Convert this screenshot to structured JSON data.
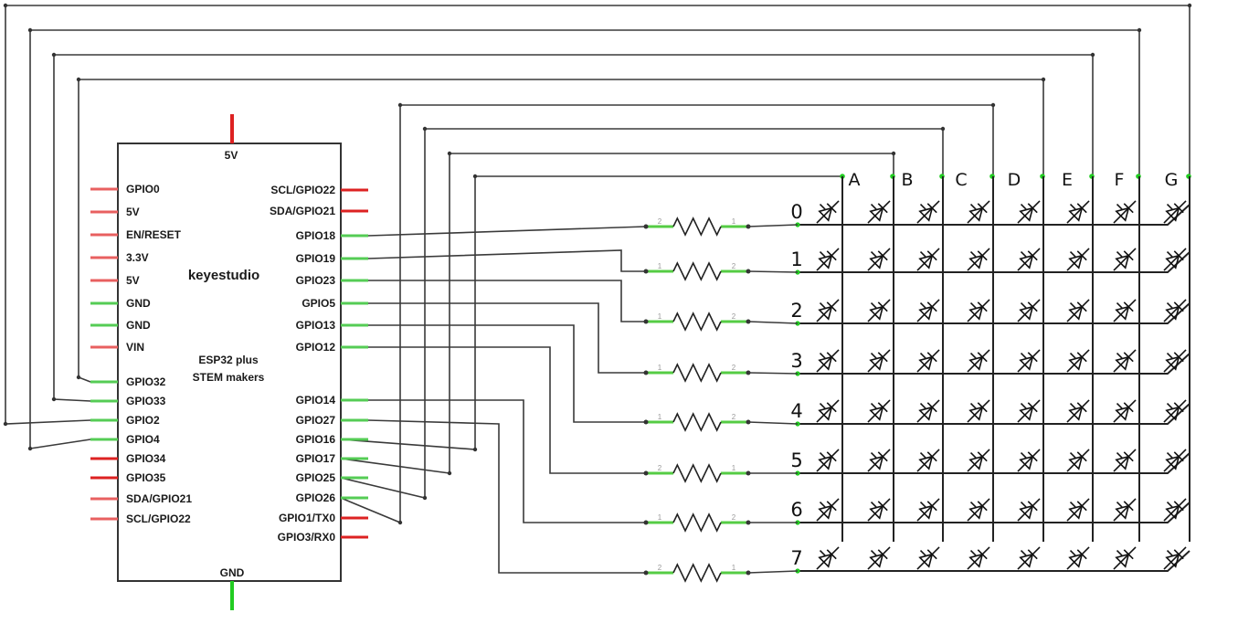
{
  "board": {
    "brand": "keyestudio",
    "model_line1": "ESP32 plus",
    "model_line2": "STEM makers",
    "power_top": "5V",
    "power_bottom": "GND",
    "left_pins": [
      {
        "label": "GPIO0",
        "color": "#e86060"
      },
      {
        "label": "5V",
        "color": "#e86060"
      },
      {
        "label": "EN/RESET",
        "color": "#e86060"
      },
      {
        "label": "3.3V",
        "color": "#e86060"
      },
      {
        "label": "5V",
        "color": "#e86060"
      },
      {
        "label": "GND",
        "color": "#55cc55"
      },
      {
        "label": "GND",
        "color": "#55cc55"
      },
      {
        "label": "VIN",
        "color": "#e86060"
      },
      {
        "label": "GPIO32",
        "color": "#55cc55"
      },
      {
        "label": "GPIO33",
        "color": "#55cc55"
      },
      {
        "label": "GPIO2",
        "color": "#55cc55"
      },
      {
        "label": "GPIO4",
        "color": "#55cc55"
      },
      {
        "label": "GPIO34",
        "color": "#dd2222"
      },
      {
        "label": "GPIO35",
        "color": "#dd2222"
      },
      {
        "label": "SDA/GPIO21",
        "color": "#e86060"
      },
      {
        "label": "SCL/GPIO22",
        "color": "#e86060"
      }
    ],
    "right_pins_top": [
      {
        "label": "SCL/GPIO22",
        "color": "#dd2222"
      },
      {
        "label": "SDA/GPIO21",
        "color": "#dd2222"
      },
      {
        "label": "GPIO18",
        "color": "#55cc55"
      },
      {
        "label": "GPIO19",
        "color": "#55cc55"
      },
      {
        "label": "GPIO23",
        "color": "#55cc55"
      },
      {
        "label": "GPIO5",
        "color": "#55cc55"
      },
      {
        "label": "GPIO13",
        "color": "#55cc55"
      },
      {
        "label": "GPIO12",
        "color": "#55cc55"
      }
    ],
    "right_pins_bottom": [
      {
        "label": "GPIO14",
        "color": "#55cc55"
      },
      {
        "label": "GPIO27",
        "color": "#55cc55"
      },
      {
        "label": "GPIO16",
        "color": "#55cc55"
      },
      {
        "label": "GPIO17",
        "color": "#55cc55"
      },
      {
        "label": "GPIO25",
        "color": "#55cc55"
      },
      {
        "label": "GPIO26",
        "color": "#55cc55"
      },
      {
        "label": "GPIO1/TX0",
        "color": "#dd2222"
      },
      {
        "label": "GPIO3/RX0",
        "color": "#dd2222"
      }
    ],
    "power_top_color": "#dd2222",
    "power_bottom_color": "#22cc22"
  },
  "matrix": {
    "columns": [
      "A",
      "B",
      "C",
      "D",
      "E",
      "F",
      "G"
    ],
    "rows": [
      "0",
      "1",
      "2",
      "3",
      "4",
      "5",
      "6",
      "7"
    ]
  },
  "resistors": [
    {
      "left": "2",
      "right": "1"
    },
    {
      "left": "1",
      "right": "2"
    },
    {
      "left": "1",
      "right": "2"
    },
    {
      "left": "1",
      "right": "2"
    },
    {
      "left": "1",
      "right": "2"
    },
    {
      "left": "2",
      "right": "1"
    },
    {
      "left": "1",
      "right": "2"
    },
    {
      "left": "2",
      "right": "1"
    }
  ]
}
